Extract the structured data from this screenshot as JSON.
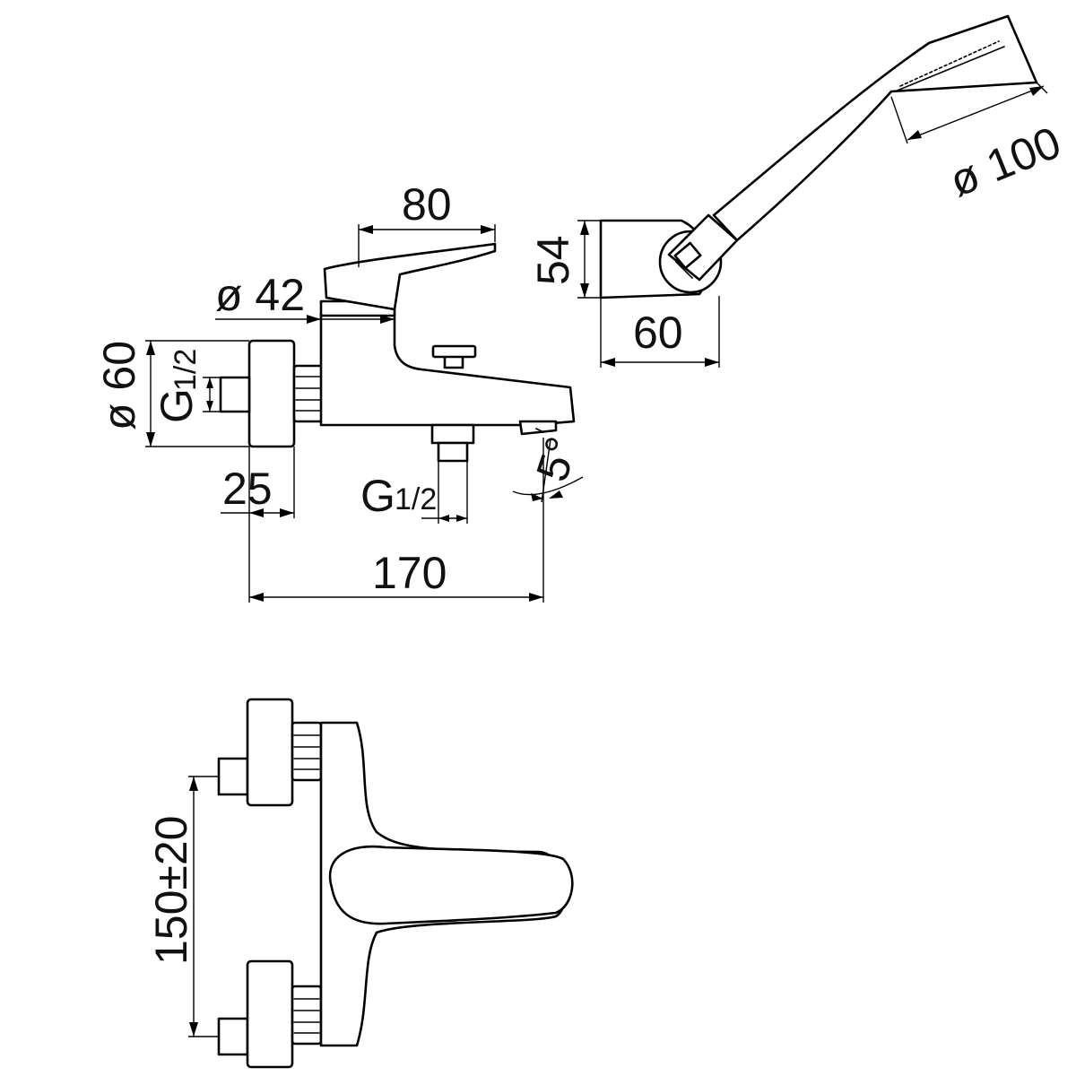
{
  "side_view": {
    "lever_length": "80",
    "handle_base_diameter": "ø 42",
    "flange_diameter": "ø 60",
    "inlet_thread": "G",
    "inlet_thread_fraction": "1/2",
    "flange_depth": "25",
    "outlet_thread": "G",
    "outlet_thread_fraction": "1/2",
    "spout_angle": "5°",
    "total_projection": "170"
  },
  "shower": {
    "head_diameter": "ø 100",
    "holder_height": "54",
    "holder_depth": "60"
  },
  "front_view": {
    "inlet_centres": "150±20"
  }
}
